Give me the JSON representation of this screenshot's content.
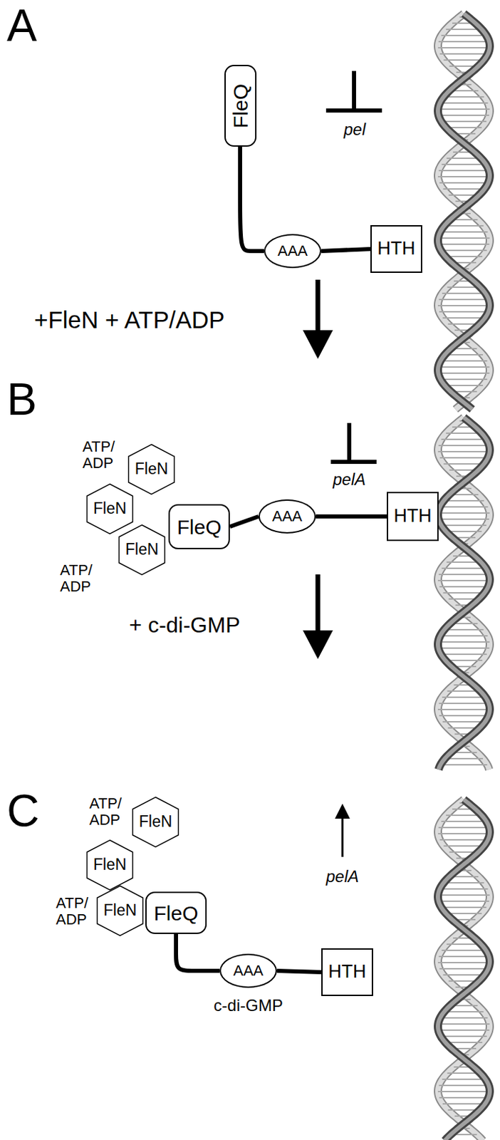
{
  "diagram": {
    "nodes": [
      {
        "text": [
          "FleQ"
        ]
      },
      {
        "text": [
          "AAA"
        ]
      },
      {
        "text": [
          "HTH"
        ]
      },
      {
        "text": [
          "FleN"
        ]
      },
      {
        "text": [
          "FleN"
        ]
      },
      {
        "text": [
          "FleN"
        ]
      },
      {
        "text": [
          "FleQ"
        ]
      },
      {
        "text": [
          "AAA"
        ]
      },
      {
        "text": [
          "HTH"
        ]
      },
      {
        "text": [
          "FleN"
        ]
      },
      {
        "text": [
          "FleN"
        ]
      },
      {
        "text": [
          "FleN"
        ]
      },
      {
        "text": [
          "FleQ"
        ]
      },
      {
        "text": [
          "AAA"
        ]
      },
      {
        "text": [
          "HTH"
        ]
      }
    ],
    "edges": [
      {
        "from": 0,
        "to": 1,
        "arrow": "none"
      },
      {
        "from": 1,
        "to": 2,
        "arrow": "none"
      },
      {
        "from": 6,
        "to": 7,
        "arrow": "none"
      },
      {
        "from": 7,
        "to": 8,
        "arrow": "none"
      },
      {
        "from": 12,
        "to": 13,
        "arrow": "none"
      },
      {
        "from": 13,
        "to": 14,
        "arrow": "none"
      }
    ],
    "labels": [
      "A",
      "pel",
      "+FleN + ATP/ADP",
      "B",
      "ATP/ADP",
      "ATP/ADP",
      "pelA",
      "+ c-di-GMP",
      "C",
      "ATP/ADP",
      "ATP/ADP",
      "c-di-GMP",
      "pelA"
    ]
  }
}
